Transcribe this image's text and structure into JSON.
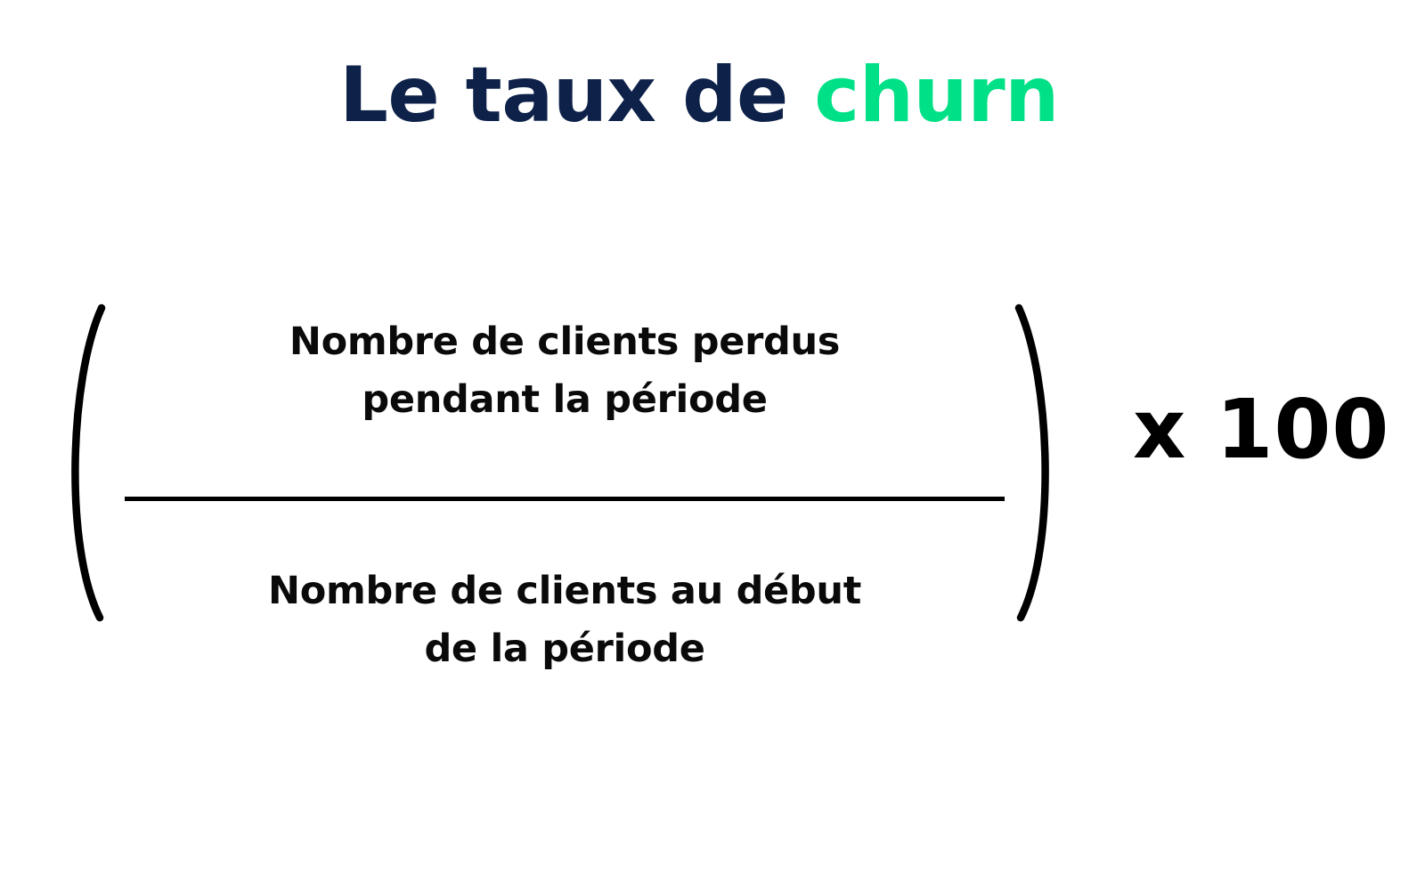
{
  "page": {
    "background_color": "#ffffff"
  },
  "title": {
    "lead_text": "Le taux de ",
    "highlight_text": "churn",
    "lead_color": "#0d2149",
    "highlight_color": "#00e087"
  },
  "formula": {
    "numerator_line1": "Nombre de clients perdus",
    "numerator_line2": "pendant la période",
    "denominator_line1": "Nombre de clients au début",
    "denominator_line2": "de la période",
    "fraction_bar_color": "#000000",
    "text_color": "#0a0a0a",
    "paren_left": "(",
    "paren_right": ")",
    "multiplier": "x 100",
    "multiplier_color": "#000000"
  }
}
